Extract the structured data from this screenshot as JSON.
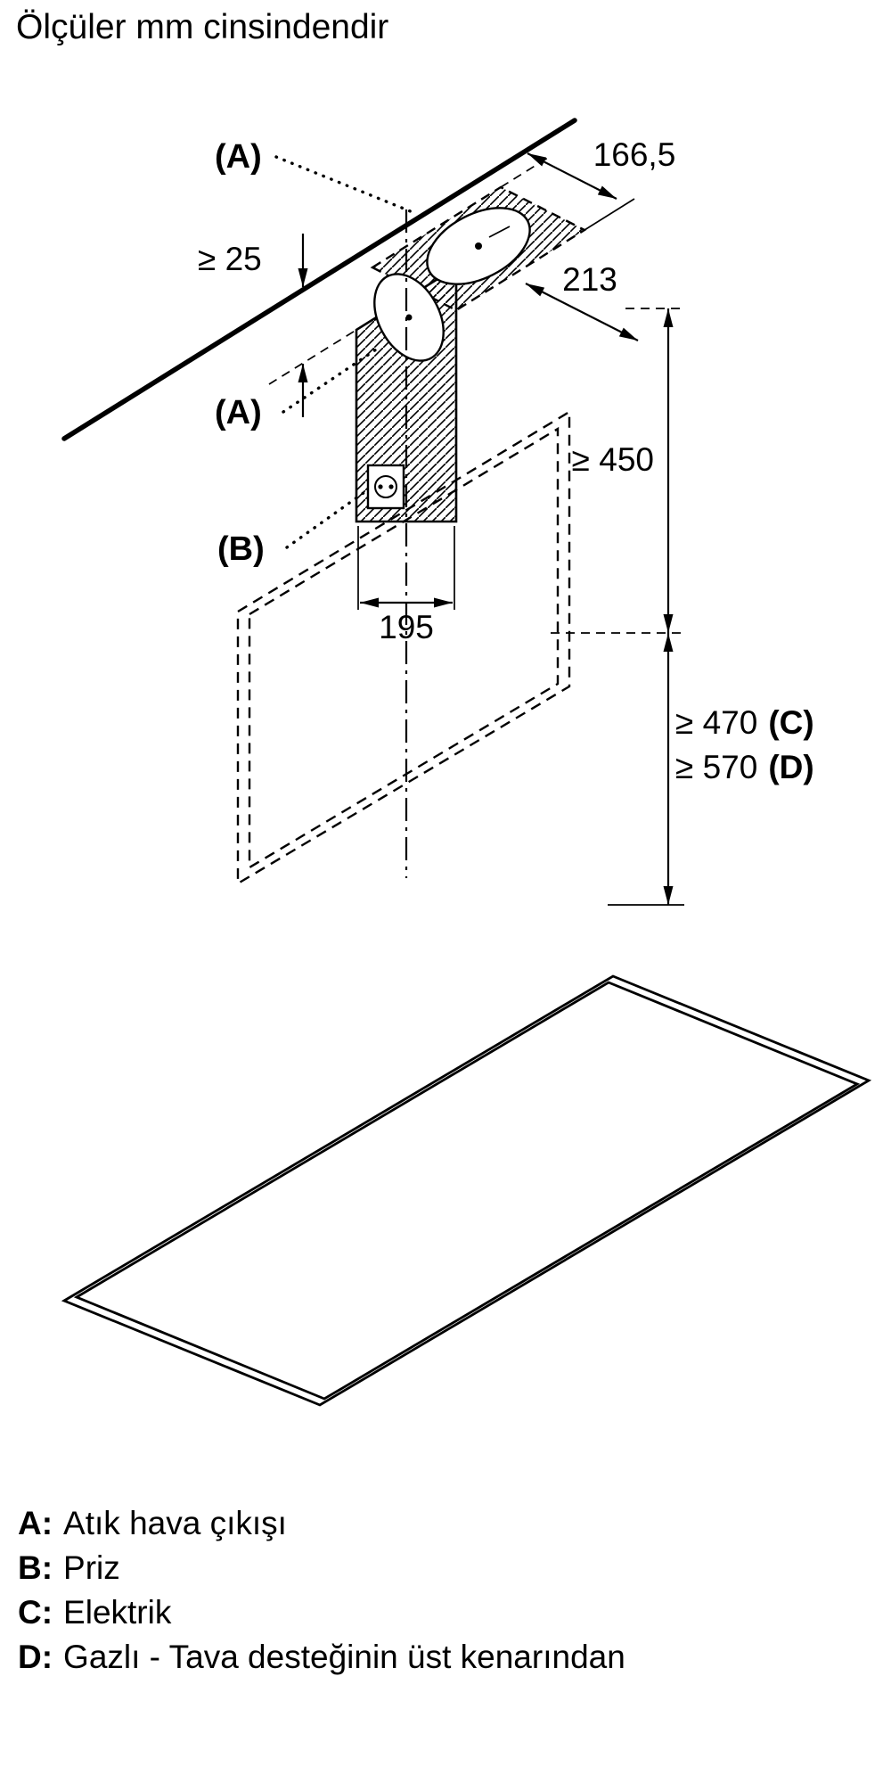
{
  "title": "Ölçüler mm cinsindendir",
  "colors": {
    "ink": "#000000",
    "background": "#ffffff"
  },
  "diagram": {
    "callouts": {
      "a_top": "(A)",
      "a_mid": "(A)",
      "b": "(B)"
    },
    "dimensions": {
      "gap_ceiling": "≥ 25",
      "duct_depth": "166,5",
      "duct_width": "213",
      "chimney_width": "195",
      "height_to_duct": "≥ 450",
      "height_c": "≥ 470",
      "height_c_ref": "(C)",
      "height_d": "≥ 570",
      "height_d_ref": "(D)"
    }
  },
  "legend": {
    "items": [
      {
        "key": "A:",
        "text": "Atık hava çıkışı"
      },
      {
        "key": "B:",
        "text": "Priz"
      },
      {
        "key": "C:",
        "text": "Elektrik"
      },
      {
        "key": "D:",
        "text": "Gazlı - Tava desteğinin üst kenarından"
      }
    ]
  }
}
